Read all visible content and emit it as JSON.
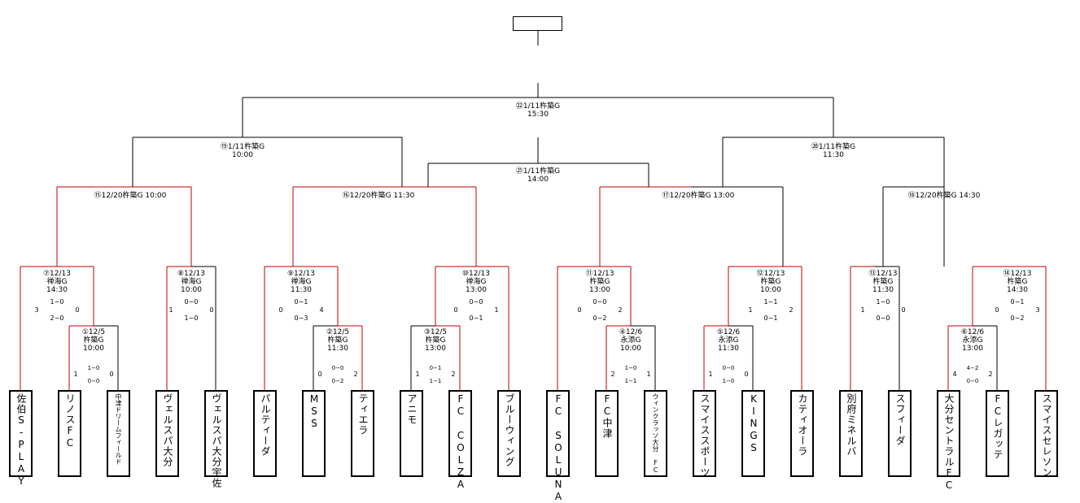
{
  "colors": {
    "line": "#000000",
    "winner_line": "#c00000",
    "background": "#ffffff"
  },
  "champion": "",
  "teams": [
    {
      "id": "t1",
      "name": "佐伯S-PLAY",
      "small": false
    },
    {
      "id": "t2",
      "name": "リノスFC",
      "small": false
    },
    {
      "id": "t3",
      "name": "中津ドリームフィールド",
      "small": true
    },
    {
      "id": "t4",
      "name": "ヴェルスパ大分",
      "small": false
    },
    {
      "id": "t5",
      "name": "ヴェルスパ大分宇佐",
      "small": false
    },
    {
      "id": "t6",
      "name": "パルティーダ",
      "small": false
    },
    {
      "id": "t7",
      "name": "MSS",
      "small": false
    },
    {
      "id": "t8",
      "name": "ティエラ",
      "small": false
    },
    {
      "id": "t9",
      "name": "アニモ",
      "small": false
    },
    {
      "id": "t10",
      "name": "FC COLZA",
      "small": false
    },
    {
      "id": "t11",
      "name": "ブルーウィング",
      "small": false
    },
    {
      "id": "t12",
      "name": "FC SOLUNA",
      "small": false
    },
    {
      "id": "t13",
      "name": "FC中津",
      "small": false
    },
    {
      "id": "t14",
      "name": "ウィンクラッソ大分 FC",
      "small": true
    },
    {
      "id": "t15",
      "name": "スマイススポーツ",
      "small": false
    },
    {
      "id": "t16",
      "name": "KINGS",
      "small": false
    },
    {
      "id": "t17",
      "name": "カティオーラ",
      "small": false
    },
    {
      "id": "t18",
      "name": "別府ミネルバ",
      "small": false
    },
    {
      "id": "t19",
      "name": "スフィーダ",
      "small": false
    },
    {
      "id": "t20",
      "name": "大分セントラルFC",
      "small": false
    },
    {
      "id": "t21",
      "name": "FCレガッテ",
      "small": false
    },
    {
      "id": "t22",
      "name": "スマイスセレソン",
      "small": false
    }
  ],
  "matches": [
    {
      "id": "m1",
      "lines": [
        "①12/5",
        "杵築G",
        "10:00"
      ],
      "score_left": "1",
      "score_right": "0",
      "halves": [
        "1−0",
        "0−0"
      ]
    },
    {
      "id": "m2",
      "lines": [
        "②12/5",
        "杵築G",
        "11:30"
      ],
      "score_left": "0",
      "score_right": "2",
      "halves": [
        "0−0",
        "0−2"
      ]
    },
    {
      "id": "m3",
      "lines": [
        "③12/5",
        "杵築G",
        "13:00"
      ],
      "score_left": "1",
      "score_right": "2",
      "halves": [
        "0−1",
        "1−1"
      ]
    },
    {
      "id": "m4",
      "lines": [
        "④12/6",
        "永添G",
        "10:00"
      ],
      "score_left": "2",
      "score_right": "1",
      "halves": [
        "1−0",
        "1−1"
      ]
    },
    {
      "id": "m5",
      "lines": [
        "⑤12/6",
        "永添G",
        "11:30"
      ],
      "score_left": "1",
      "score_right": "0",
      "halves": [
        "0−0",
        "1−0"
      ]
    },
    {
      "id": "m6",
      "lines": [
        "⑥12/6",
        "永添G",
        "13:00"
      ],
      "score_left": "4",
      "score_right": "2",
      "halves": [
        "4−2",
        "0−0"
      ]
    },
    {
      "id": "m7",
      "lines": [
        "⑦12/13",
        "禅海G",
        "14:30"
      ],
      "score_left": "3",
      "score_right": "0",
      "halves": [
        "1−0",
        "2−0"
      ]
    },
    {
      "id": "m8",
      "lines": [
        "⑧12/13",
        "禅海G",
        "10:00"
      ],
      "score_left": "1",
      "score_right": "0",
      "halves": [
        "0−0",
        "1−0"
      ]
    },
    {
      "id": "m9",
      "lines": [
        "⑨12/13",
        "禅海G",
        "11:30"
      ],
      "score_left": "0",
      "score_right": "4",
      "halves": [
        "0−1",
        "0−3"
      ]
    },
    {
      "id": "m10",
      "lines": [
        "⑩12/13",
        "禅海G",
        "13:00"
      ],
      "score_left": "0",
      "score_right": "1",
      "halves": [
        "0−0",
        "0−1"
      ]
    },
    {
      "id": "m11",
      "lines": [
        "⑪12/13",
        "杵築G",
        "13:00"
      ],
      "score_left": "0",
      "score_right": "2",
      "halves": [
        "0−0",
        "0−2"
      ]
    },
    {
      "id": "m12",
      "lines": [
        "⑫12/13",
        "杵築G",
        "10:00"
      ],
      "score_left": "1",
      "score_right": "2",
      "halves": [
        "1−1",
        "0−1"
      ]
    },
    {
      "id": "m13",
      "lines": [
        "⑬12/13",
        "杵築G",
        "11:30"
      ],
      "score_left": "1",
      "score_right": "0",
      "halves": [
        "1−0",
        "0−0"
      ]
    },
    {
      "id": "m14",
      "lines": [
        "⑭12/13",
        "杵築G",
        "14:30"
      ],
      "score_left": "0",
      "score_right": "3",
      "halves": [
        "0−1",
        "0−2"
      ]
    },
    {
      "id": "m15",
      "lines": [
        "⑮12/20杵築G 10:00"
      ]
    },
    {
      "id": "m16",
      "lines": [
        "⑯12/20杵築G 11:30"
      ]
    },
    {
      "id": "m17",
      "lines": [
        "⑰12/20杵築G 13:00"
      ]
    },
    {
      "id": "m18",
      "lines": [
        "⑱12/20杵築G 14:30"
      ]
    },
    {
      "id": "m19",
      "lines": [
        "⑲1/11杵築G",
        "10:00"
      ]
    },
    {
      "id": "m20",
      "lines": [
        "⑳1/11杵築G",
        "11:30"
      ]
    },
    {
      "id": "m21",
      "lines": [
        "㉑1/11杵築G",
        "14:00"
      ]
    },
    {
      "id": "m22",
      "lines": [
        "㉒1/11杵築G",
        "15:30"
      ]
    }
  ]
}
